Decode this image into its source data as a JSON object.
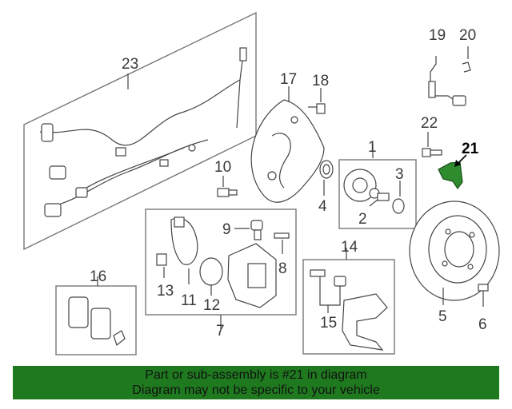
{
  "diagram": {
    "callouts": [
      "1",
      "2",
      "3",
      "4",
      "5",
      "6",
      "7",
      "8",
      "9",
      "10",
      "11",
      "12",
      "13",
      "14",
      "15",
      "16",
      "17",
      "18",
      "19",
      "20",
      "21",
      "22",
      "23"
    ],
    "highlight_part": "21",
    "highlight_color": "#2e8b2e"
  },
  "banner": {
    "line1": "Part or sub-assembly is #21 in diagram",
    "line2": "Diagram may not be specific to your vehicle",
    "background": "#1f7a1f"
  }
}
